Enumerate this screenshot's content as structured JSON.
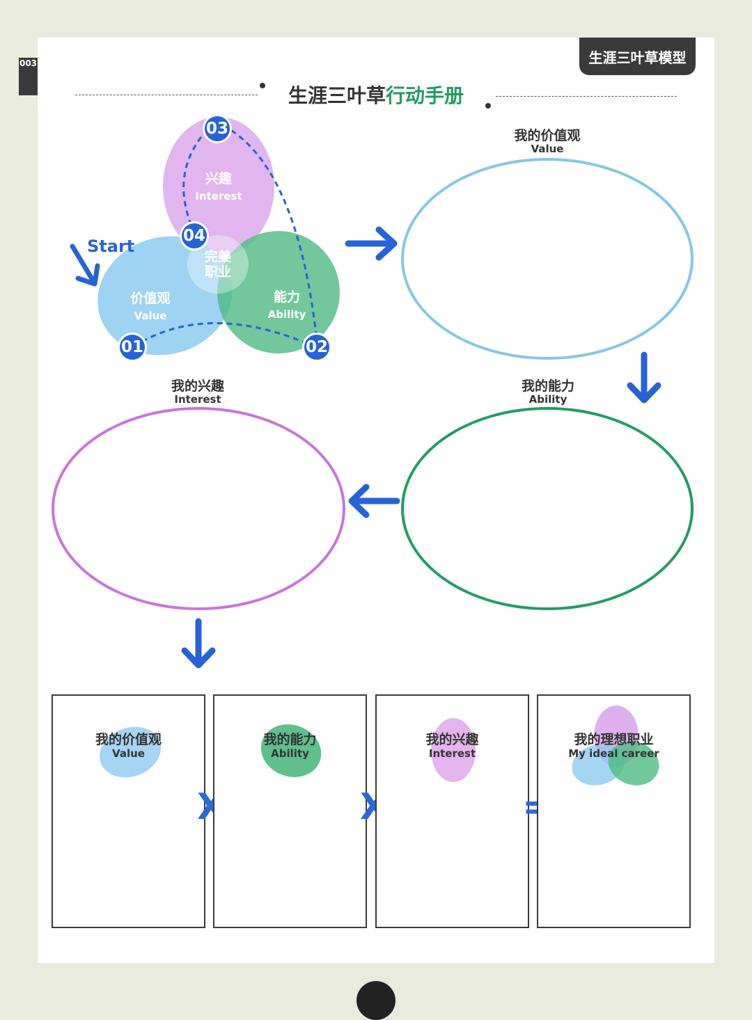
{
  "page_number": "003",
  "corner_tag": "生涯三叶草模型",
  "title": {
    "part1": "生涯三叶草",
    "part2": "行动手册"
  },
  "diagram": {
    "start_label": "Start",
    "petals": {
      "interest": {
        "cn": "兴趣",
        "en": "Interest"
      },
      "value": {
        "cn": "价值观",
        "en": "Value"
      },
      "ability": {
        "cn": "能力",
        "en": "Ability"
      },
      "center": {
        "line1": "完美",
        "line2": "职业"
      }
    },
    "badges": [
      "01",
      "02",
      "03",
      "04"
    ]
  },
  "ellipses": {
    "value": {
      "cn": "我的价值观",
      "en": "Value"
    },
    "ability": {
      "cn": "我的能力",
      "en": "Ability"
    },
    "interest": {
      "cn": "我的兴趣",
      "en": "Interest"
    }
  },
  "cards": [
    {
      "cn": "我的价值观",
      "en": "Value"
    },
    {
      "cn": "我的能力",
      "en": "Ability"
    },
    {
      "cn": "我的兴趣",
      "en": "Interest"
    },
    {
      "cn": "我的理想职业",
      "en": "My ideal career"
    }
  ],
  "operators": [
    "X",
    "X",
    "="
  ],
  "colors": {
    "value": "#8ecbf0",
    "ability": "#4dbb82",
    "interest": "#dca8ea",
    "accent_blue": "#2563d6",
    "title_green": "#1e9e5a",
    "ellipse_value": "#86c6ea",
    "ellipse_ability": "#1f9e5f",
    "ellipse_interest": "#c973de"
  }
}
